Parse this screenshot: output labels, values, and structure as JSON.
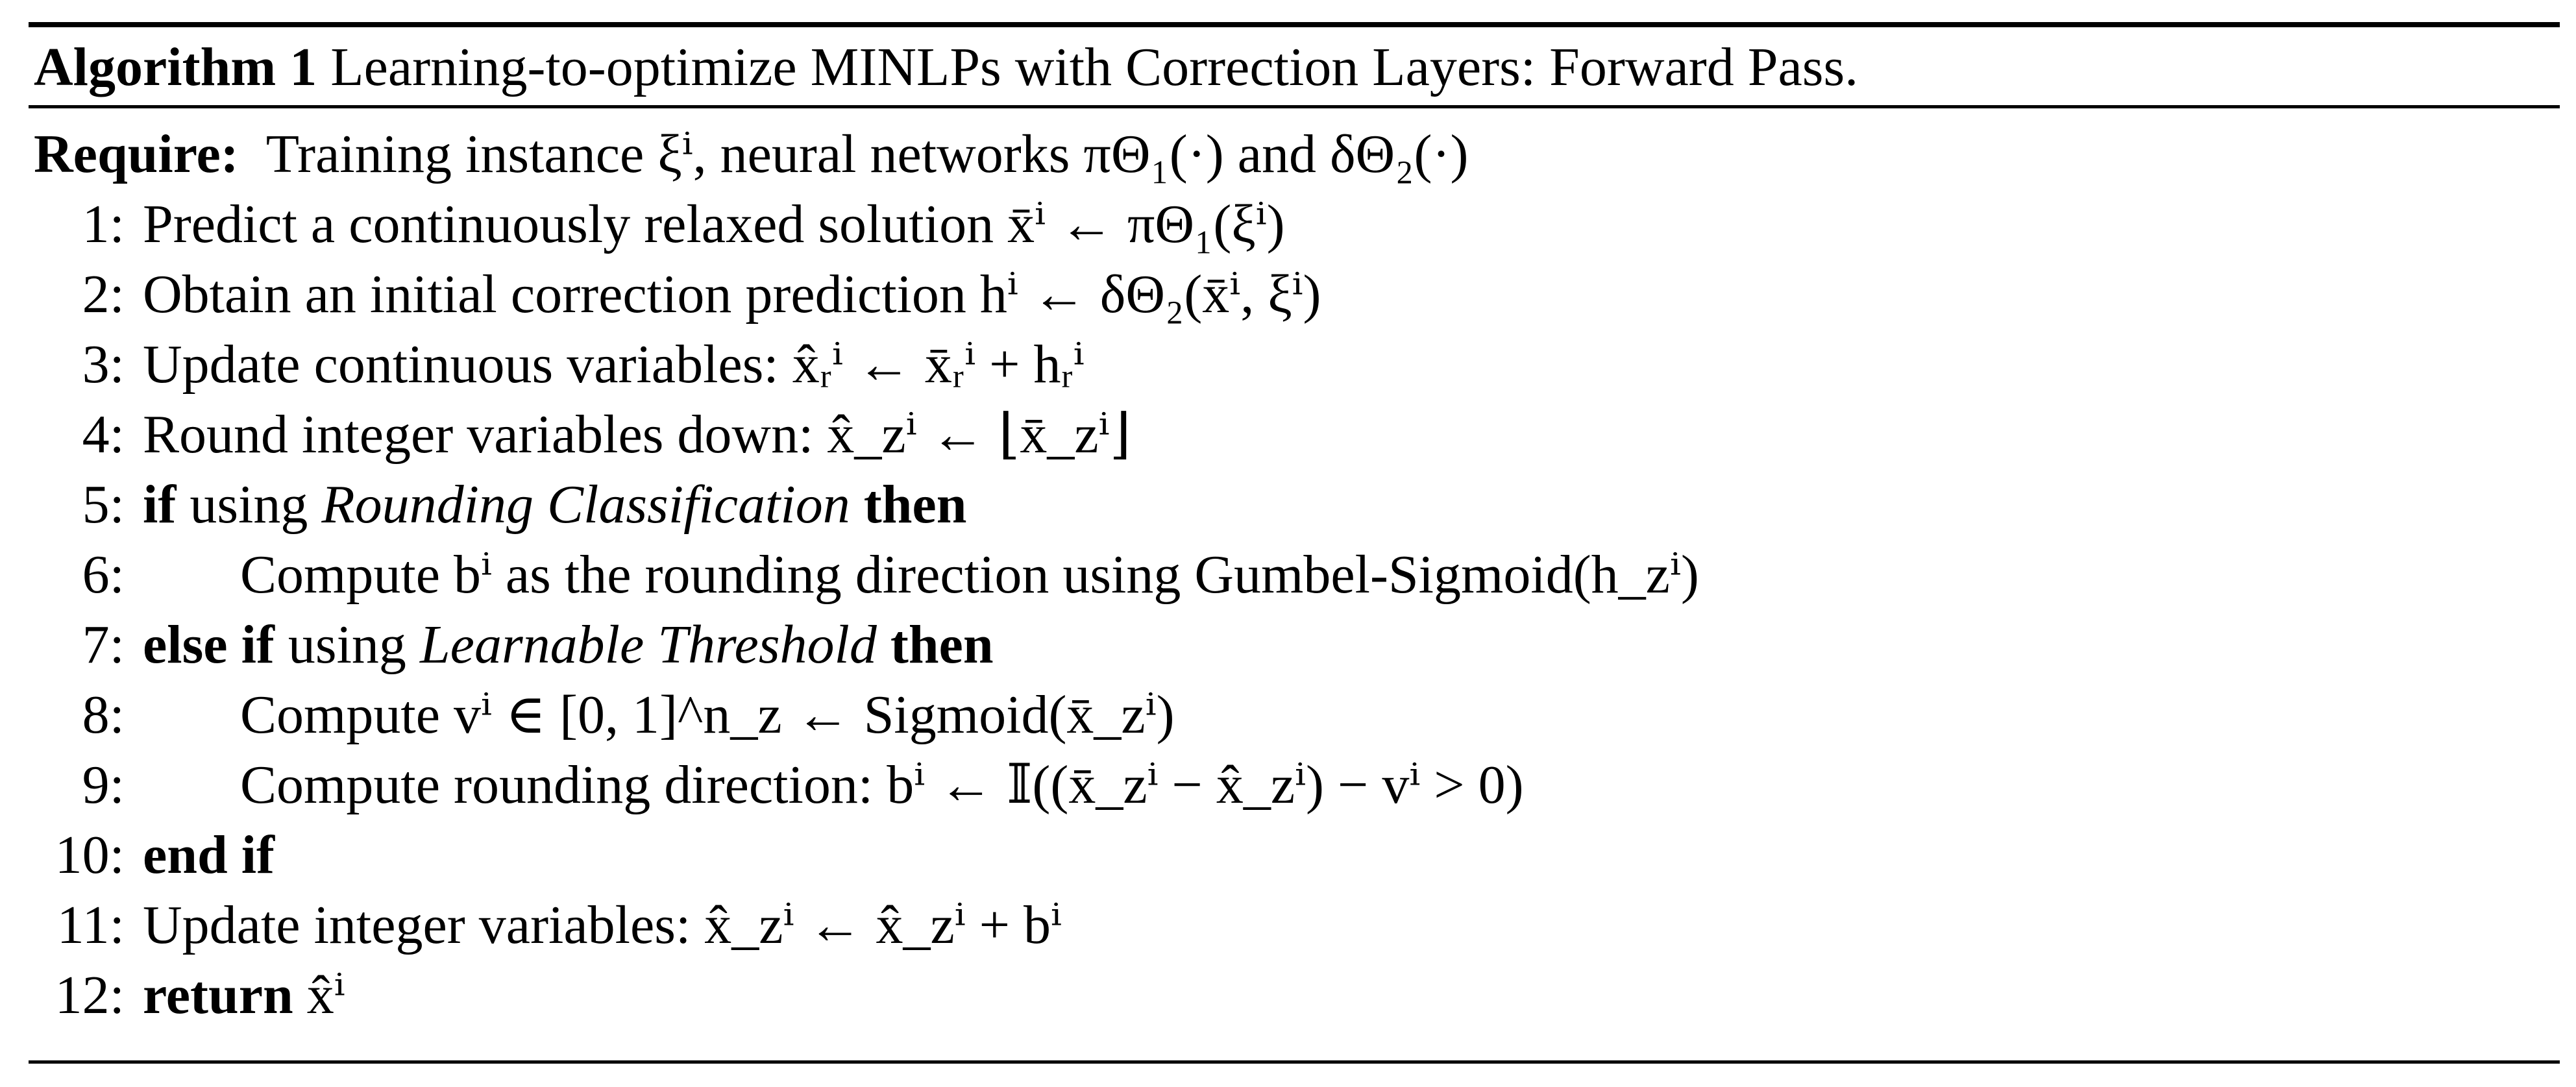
{
  "algorithm": {
    "label": "Algorithm 1",
    "title": "Learning-to-optimize MINLPs with Correction Layers: Forward Pass.",
    "require_keyword": "Require:",
    "require_text": "Training instance ξⁱ, neural networks πΘ₁(·) and δΘ₂(·)",
    "steps": [
      {
        "num": "1:",
        "text": "Predict a continuously relaxed solution x̄ⁱ ← πΘ₁(ξⁱ)"
      },
      {
        "num": "2:",
        "text": "Obtain an initial correction prediction hⁱ ← δΘ₂(x̄ⁱ, ξⁱ)"
      },
      {
        "num": "3:",
        "text": "Update continuous variables: x̂ᵣⁱ ← x̄ᵣⁱ + hᵣⁱ"
      },
      {
        "num": "4:",
        "text": "Round integer variables down: x̂_zⁱ ← ⌊x̄_zⁱ⌋"
      },
      {
        "num": "5:",
        "kw1": "if",
        "pre": " using ",
        "em": "Rounding Classification",
        "kw2": " then"
      },
      {
        "num": "6:",
        "text": "Compute bⁱ as the rounding direction using Gumbel-Sigmoid(h_zⁱ)"
      },
      {
        "num": "7:",
        "kw1": "else if",
        "pre": " using ",
        "em": "Learnable Threshold",
        "kw2": " then"
      },
      {
        "num": "8:",
        "text": "Compute vⁱ ∈ [0, 1]^n_z ← Sigmoid(x̄_zⁱ)"
      },
      {
        "num": "9:",
        "text": "Compute rounding direction: bⁱ ← 𝕀((x̄_zⁱ − x̂_zⁱ) − vⁱ > 0)"
      },
      {
        "num": "10:",
        "kw1": "end if"
      },
      {
        "num": "11:",
        "text": "Update integer variables: x̂_zⁱ ← x̂_zⁱ + bⁱ"
      },
      {
        "num": "12:",
        "kw1": "return",
        "text": " x̂ⁱ"
      }
    ]
  }
}
